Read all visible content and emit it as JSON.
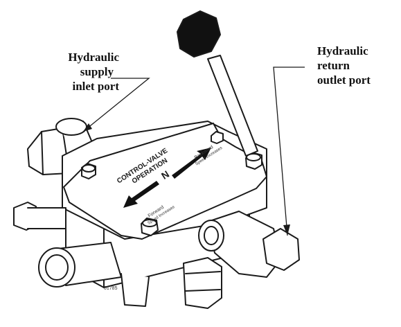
{
  "labels": {
    "supply": [
      "Hydraulic",
      "supply",
      "inlet port"
    ],
    "return": [
      "Hydraulic",
      "return",
      "outlet port"
    ]
  },
  "plate": {
    "title_line1": "CONTROL-VALVE",
    "title_line2": "OPERATION",
    "center_mark": "N",
    "left_text1": "Forward",
    "left_text2": "Speed Increases",
    "right_text1": "Backward",
    "right_text2": "Speed Increases"
  },
  "figure_code": "01785",
  "colors": {
    "ink": "#1a1a1a",
    "background": "#ffffff"
  }
}
